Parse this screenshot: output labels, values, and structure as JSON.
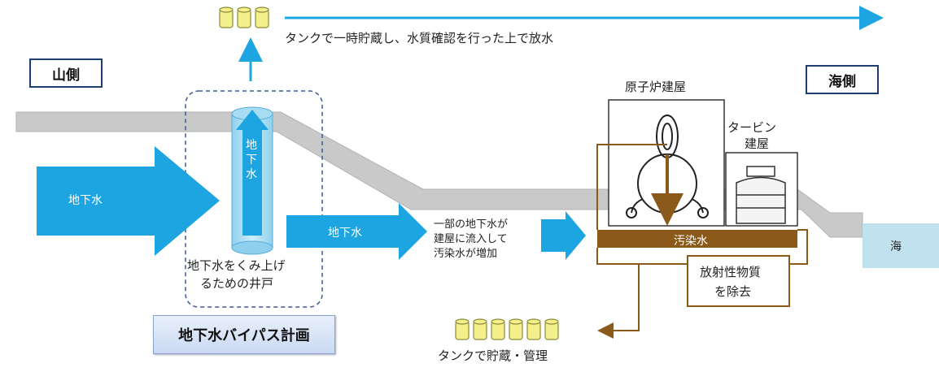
{
  "labels": {
    "mountain_side": "山側",
    "sea_side": "海側",
    "tank_storage_release": "タンクで一時貯蔵し、水質確認を行った上で放水",
    "groundwater_inflow": "地下水",
    "well_column": "地下水",
    "groundwater_flow": "地下水",
    "partial_inflow": [
      "一部の地下水が",
      "建屋に流入して",
      "汚染水が増加"
    ],
    "well_caption": [
      "地下水をくみ上げ",
      "るための井戸"
    ],
    "plan_title": "地下水バイパス計画",
    "reactor_building": "原子炉建屋",
    "turbine_building": [
      "タービン",
      "建屋"
    ],
    "contaminated_water": "汚染水",
    "radioactive_removal": [
      "放射性物質",
      "を除去"
    ],
    "tank_storage_management": "タンクで貯蔵・管理",
    "sea": "海"
  },
  "colors": {
    "arrow_blue": "#1ca5e0",
    "ground_gray": "#c9c9c9",
    "contaminated_brown": "#8b5a1a",
    "tank_yellow": "#f3ef8a",
    "sea_blue": "#bfe2ee",
    "box_border": "#1f3f73"
  }
}
